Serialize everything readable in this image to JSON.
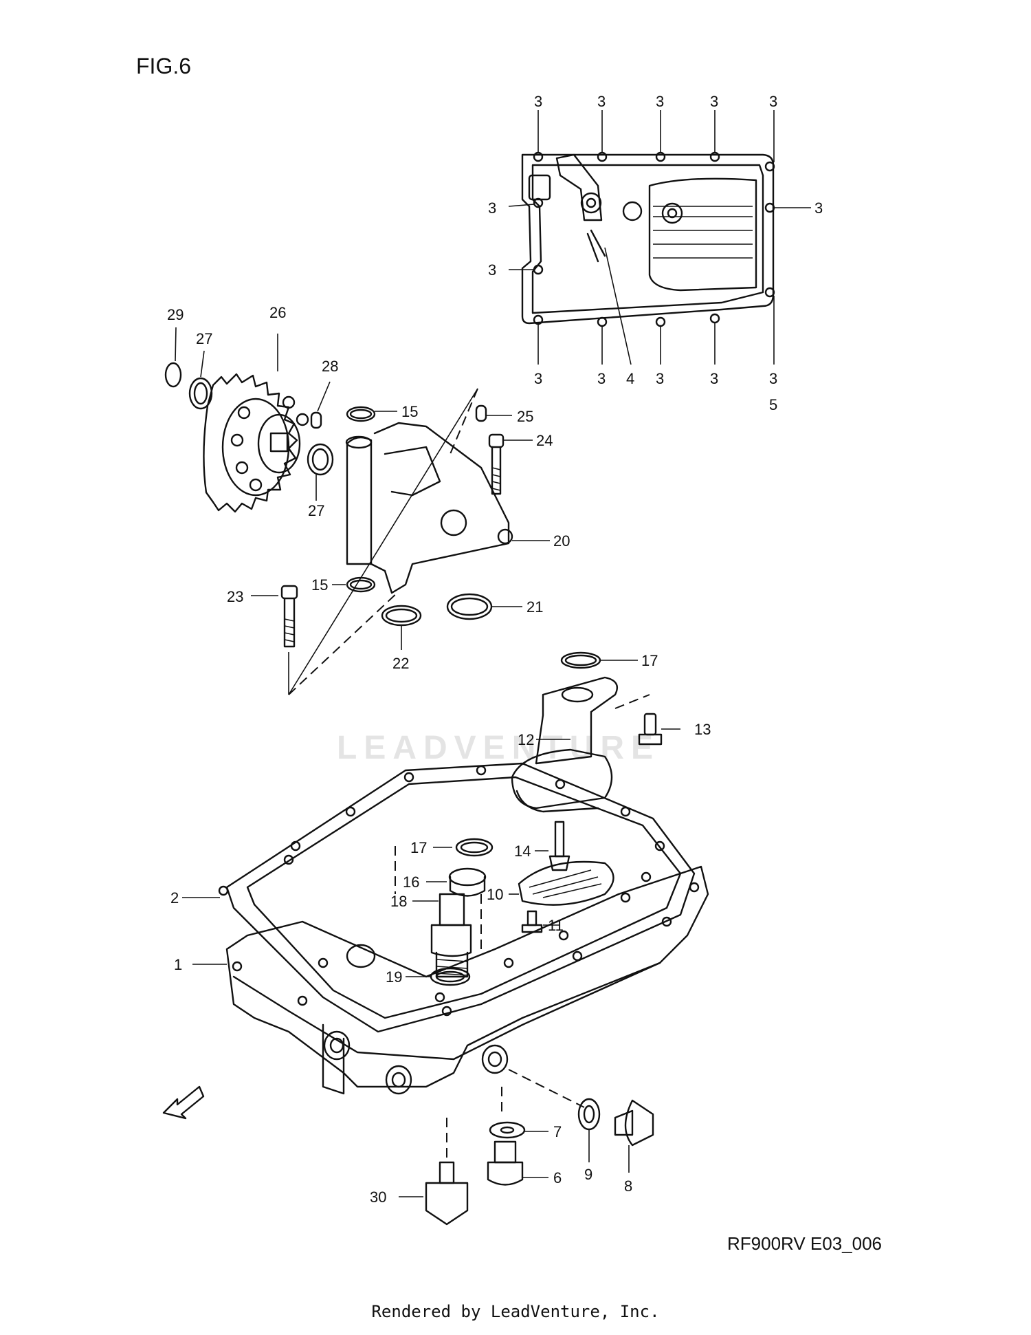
{
  "figure": {
    "title": "FIG.6",
    "code": "RF900RV E03_006",
    "watermark": "LEADVENTURE",
    "footer": "Rendered by LeadVenture, Inc."
  },
  "callouts": [
    "3",
    "3",
    "3",
    "3",
    "3",
    "3",
    "3",
    "3",
    "3",
    "3",
    "3",
    "3",
    "3",
    "3",
    "3",
    "4",
    "5",
    "29",
    "26",
    "27",
    "28",
    "15",
    "25",
    "24",
    "27",
    "20",
    "23",
    "15",
    "21",
    "22",
    "17",
    "13",
    "12",
    "17",
    "14",
    "16",
    "2",
    "18",
    "10",
    "11",
    "1",
    "19",
    "7",
    "9",
    "8",
    "6",
    "30"
  ]
}
